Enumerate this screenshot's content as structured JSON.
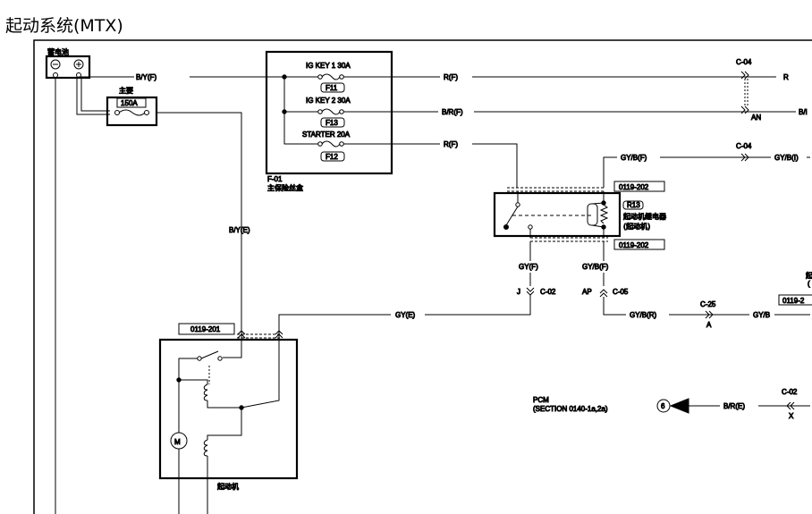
{
  "title": "起动系统(MTX)",
  "battery": {
    "label": "蓄电池",
    "neg": "⊖",
    "pos": "⊕"
  },
  "main_fuse": {
    "label": "主要",
    "rating": "150A"
  },
  "fuse_box": {
    "fuses": [
      {
        "name": "IG KEY 1 30A",
        "id": "F11"
      },
      {
        "name": "IG KEY 2 30A",
        "id": "F13"
      },
      {
        "name": "STARTER 20A",
        "id": "F12"
      }
    ],
    "code": "F-01",
    "label": "主保险丝盒"
  },
  "wires": {
    "by_f": "B/Y(F)",
    "by_e": "B/Y(E)",
    "r_f1": "R(F)",
    "br_f": "B/R(F)",
    "r_f2": "R(F)",
    "gyb_f_top": "GY/B(F)",
    "gyb_i": "GY/B(I)",
    "gy_f": "GY(F)",
    "gyb_f_low": "GY/B(F)",
    "gy_e": "GY(E)",
    "gyb_r": "GY/B(R)",
    "gyb": "GY/B",
    "br_e": "B/R(E)",
    "r_cut": "R",
    "bi_cut": "B/I"
  },
  "connectors": {
    "c04_top": "C-04",
    "an": "AN",
    "c04_mid": "C-04",
    "c02": "C-02",
    "j": "J",
    "ap": "AP",
    "c05": "C-05",
    "c25": "C-25",
    "a": "A",
    "c02b": "C-02",
    "x": "X"
  },
  "relay": {
    "id": "R13",
    "name": "起动机继电器",
    "sub": "(起动机)",
    "ref_top": "0119-202",
    "ref_bottom": "0119-202"
  },
  "starter": {
    "ref": "0119-201",
    "motor": "M",
    "label": "起动机"
  },
  "pcm": {
    "name": "PCM",
    "section": "(SECTION 0140-1a,2a)",
    "pin": "6"
  },
  "cut_labels": {
    "qi": "起",
    "paren": "(",
    "ref": "0119-2"
  }
}
